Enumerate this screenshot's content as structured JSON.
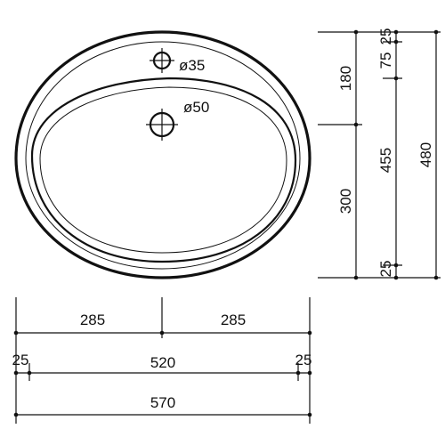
{
  "holes": {
    "tap_hole": "ø35",
    "drain_hole": "ø50"
  },
  "dimensions_right": {
    "d25_top": "25",
    "d75": "75",
    "d180": "180",
    "d455": "455",
    "d300": "300",
    "d25_bottom": "25",
    "d480": "480"
  },
  "dimensions_bottom": {
    "half_left": "285",
    "half_right": "285",
    "margin_left": "25",
    "inner_width": "520",
    "margin_right": "25",
    "overall_width": "570"
  },
  "colors": {
    "line": "#111111",
    "background": "#ffffff"
  }
}
